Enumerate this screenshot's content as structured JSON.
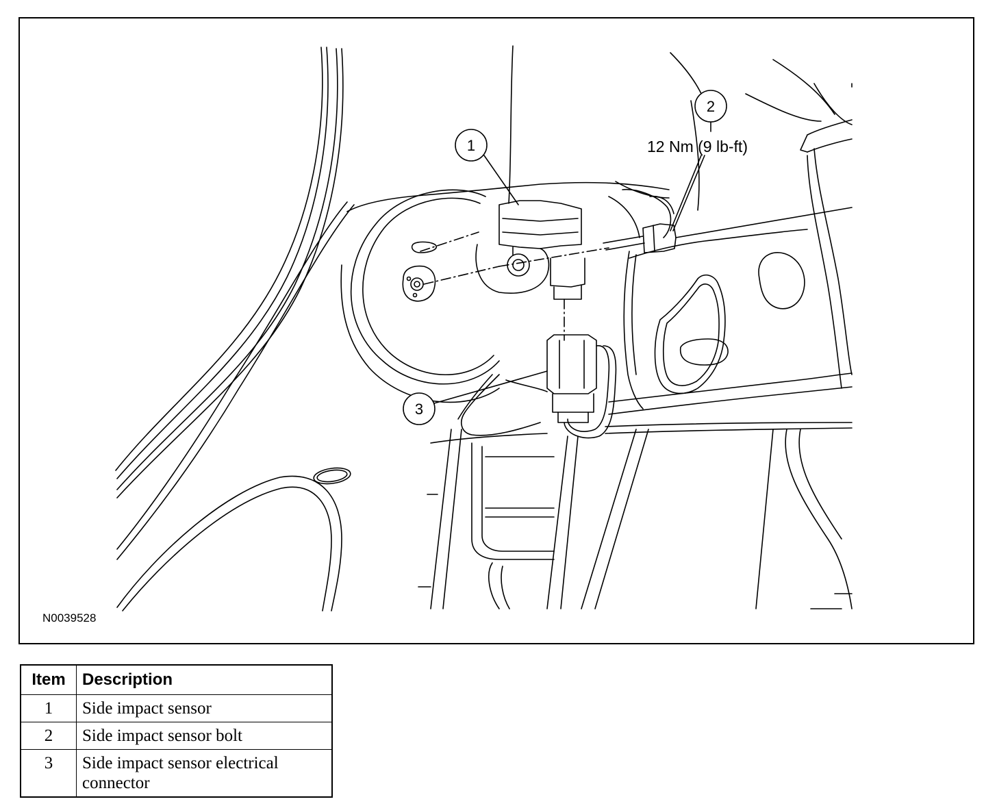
{
  "figure": {
    "id": "N0039528",
    "callouts": [
      {
        "number": "1"
      },
      {
        "number": "2",
        "torque": "12 Nm (9 lb-ft)"
      },
      {
        "number": "3"
      }
    ]
  },
  "legend": {
    "headers": {
      "item": "Item",
      "description": "Description"
    },
    "rows": [
      {
        "item": "1",
        "description": "Side impact sensor"
      },
      {
        "item": "2",
        "description": "Side impact sensor bolt"
      },
      {
        "item": "3",
        "description": "Side impact sensor electrical connector"
      }
    ]
  }
}
